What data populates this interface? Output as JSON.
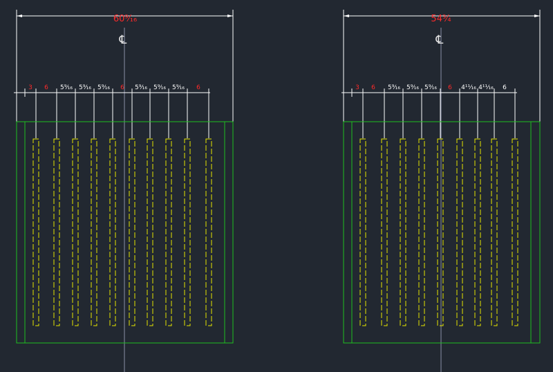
{
  "colors": {
    "background": "#222831",
    "dimension_line": "#ffffff",
    "dimension_red": "#ff2a2a",
    "outline_green": "#1fbf1f",
    "bar_yellow": "#e6e600",
    "centerline": "#8a8fa8"
  },
  "icons": [
    "centerline-symbol-icon"
  ],
  "drawings": [
    {
      "overall_width": "60⁹⁄₁₆",
      "centerline_label": "℄",
      "dimensions": [
        {
          "text": "3",
          "red": true
        },
        {
          "text": "6",
          "red": true
        },
        {
          "text": "5⁹⁄₁₆",
          "red": false
        },
        {
          "text": "5⁹⁄₁₆",
          "red": false
        },
        {
          "text": "5⁹⁄₁₆",
          "red": false
        },
        {
          "text": "6",
          "red": true
        },
        {
          "text": "5⁹⁄₁₆",
          "red": false
        },
        {
          "text": "5⁹⁄₁₆",
          "red": false
        },
        {
          "text": "5⁹⁄₁₆",
          "red": false
        },
        {
          "text": "6",
          "red": true
        }
      ]
    },
    {
      "overall_width": "54¾",
      "centerline_label": "℄",
      "dimensions": [
        {
          "text": "3",
          "red": true
        },
        {
          "text": "6",
          "red": true
        },
        {
          "text": "5⁹⁄₁₆",
          "red": false
        },
        {
          "text": "5⁹⁄₁₆",
          "red": false
        },
        {
          "text": "5⁹⁄₁₆",
          "red": false
        },
        {
          "text": "6",
          "red": true
        },
        {
          "text": "4¹¹⁄₁₆",
          "red": false
        },
        {
          "text": "4¹¹⁄₁₆",
          "red": false
        },
        {
          "text": "6",
          "red": false
        }
      ]
    }
  ]
}
